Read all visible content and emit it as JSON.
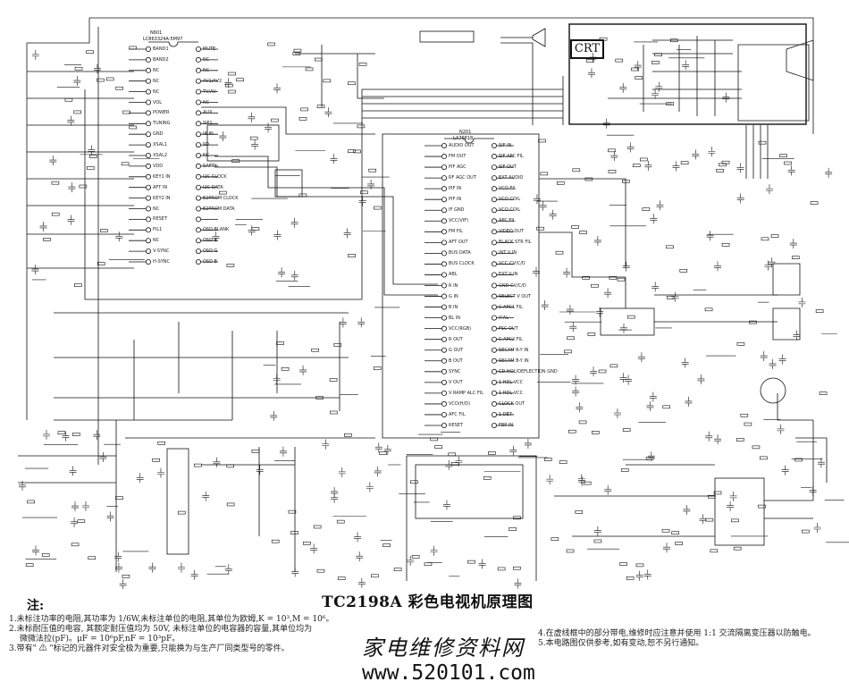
{
  "title": "TC2198A 彩色电视机原理图",
  "crt_label": "CRT",
  "ic_n601": {
    "ref": "N601",
    "part": "LC863324A-5M97",
    "left_pins": [
      "BAND1",
      "BAND2",
      "NC",
      "NC",
      "NC",
      "VOL",
      "POWER",
      "TUNING",
      "GND",
      "XSAL1",
      "XSAL2",
      "VDD",
      "KEY1 IN",
      "AFT IN",
      "KEY2 IN",
      "NC",
      "RESET",
      "FIL1",
      "NC",
      "V-SYNC",
      "H-SYNC"
    ],
    "right_pins": [
      "MUTE",
      "NC",
      "NC",
      "AV1/AV2",
      "TV/AV",
      "NC",
      "AUX",
      "SIF1",
      "IR IN",
      "SD",
      "NC",
      "SAFTY",
      "I2C CLOCK",
      "I2C DATA",
      "E2PROM CLOCK",
      "E2PROM DATA",
      "",
      "OSD BLANK",
      "OSD R",
      "OSD G",
      "OSD B"
    ]
  },
  "ic_n201": {
    "ref": "N201",
    "part": "LA76818",
    "left_pins": [
      "AUDIO OUT",
      "FM OUT",
      "PIF AGC",
      "RF AGC OUT",
      "PIF IN",
      "PIF IN",
      "IF GND",
      "VCC(VIF)",
      "FM FIL",
      "AFT OUT",
      "BUS DATA",
      "BUS CLOCK",
      "ABL",
      "R IN",
      "G IN",
      "B IN",
      "BL IN",
      "VCC(RGB)",
      "R OUT",
      "G OUT",
      "B OUT",
      "SYNC",
      "V OUT",
      "V RAMP ALC FIL",
      "VCO(H/D)",
      "AFC FIL",
      "RESET"
    ],
    "right_pins": [
      "SIF IN",
      "SIF APC FIL",
      "SIF OUT",
      "EXT AUDIO",
      "VCO FIL",
      "VCO COIL",
      "VCO COIL",
      "APC FIL",
      "VIDEO OUT",
      "BLACK STR FIL",
      "INT V IN",
      "VCC CV/C/D",
      "EXT V IN",
      "GND CV/C/D",
      "SELECT V OUT",
      "C APC1 FIL",
      "X'AL",
      "FSC OUT",
      "C APC2 FIL",
      "SECAM R-Y IN",
      "SECAM B-Y IN",
      "CD HOL/DEFLECTION GND",
      "1 HDL VCC",
      "1 HDL VCC",
      "CLOCK OUT",
      "1 DET",
      "FBP IN"
    ]
  },
  "notes": {
    "heading": "注:",
    "items": [
      "1.未标注功率的电阻,其功率为 1/6W,未标注单位的电阻,其单位为欧姆,K = 10³,M = 10⁶。",
      "2.未标耐压值的电容, 其额定耐压值均为 50V, 未标注单位的电容器的容量,其单位均为",
      "微微法拉(pF)。μF = 10⁶pF,nF = 10³pF。",
      "3.带有\" ⚠ \"标记的元器件对安全极为重要,只能换为与生产厂同类型号的零件。",
      "4.在虚线框中的部分带电,维修时应注意并使用 1:1 交流隔离变压器以防触电。",
      "5.本电路图仅供参考,如有变动,恕不另行通知。"
    ]
  },
  "watermark": {
    "name": "家电维修资料网",
    "url": "www.520101.com"
  }
}
